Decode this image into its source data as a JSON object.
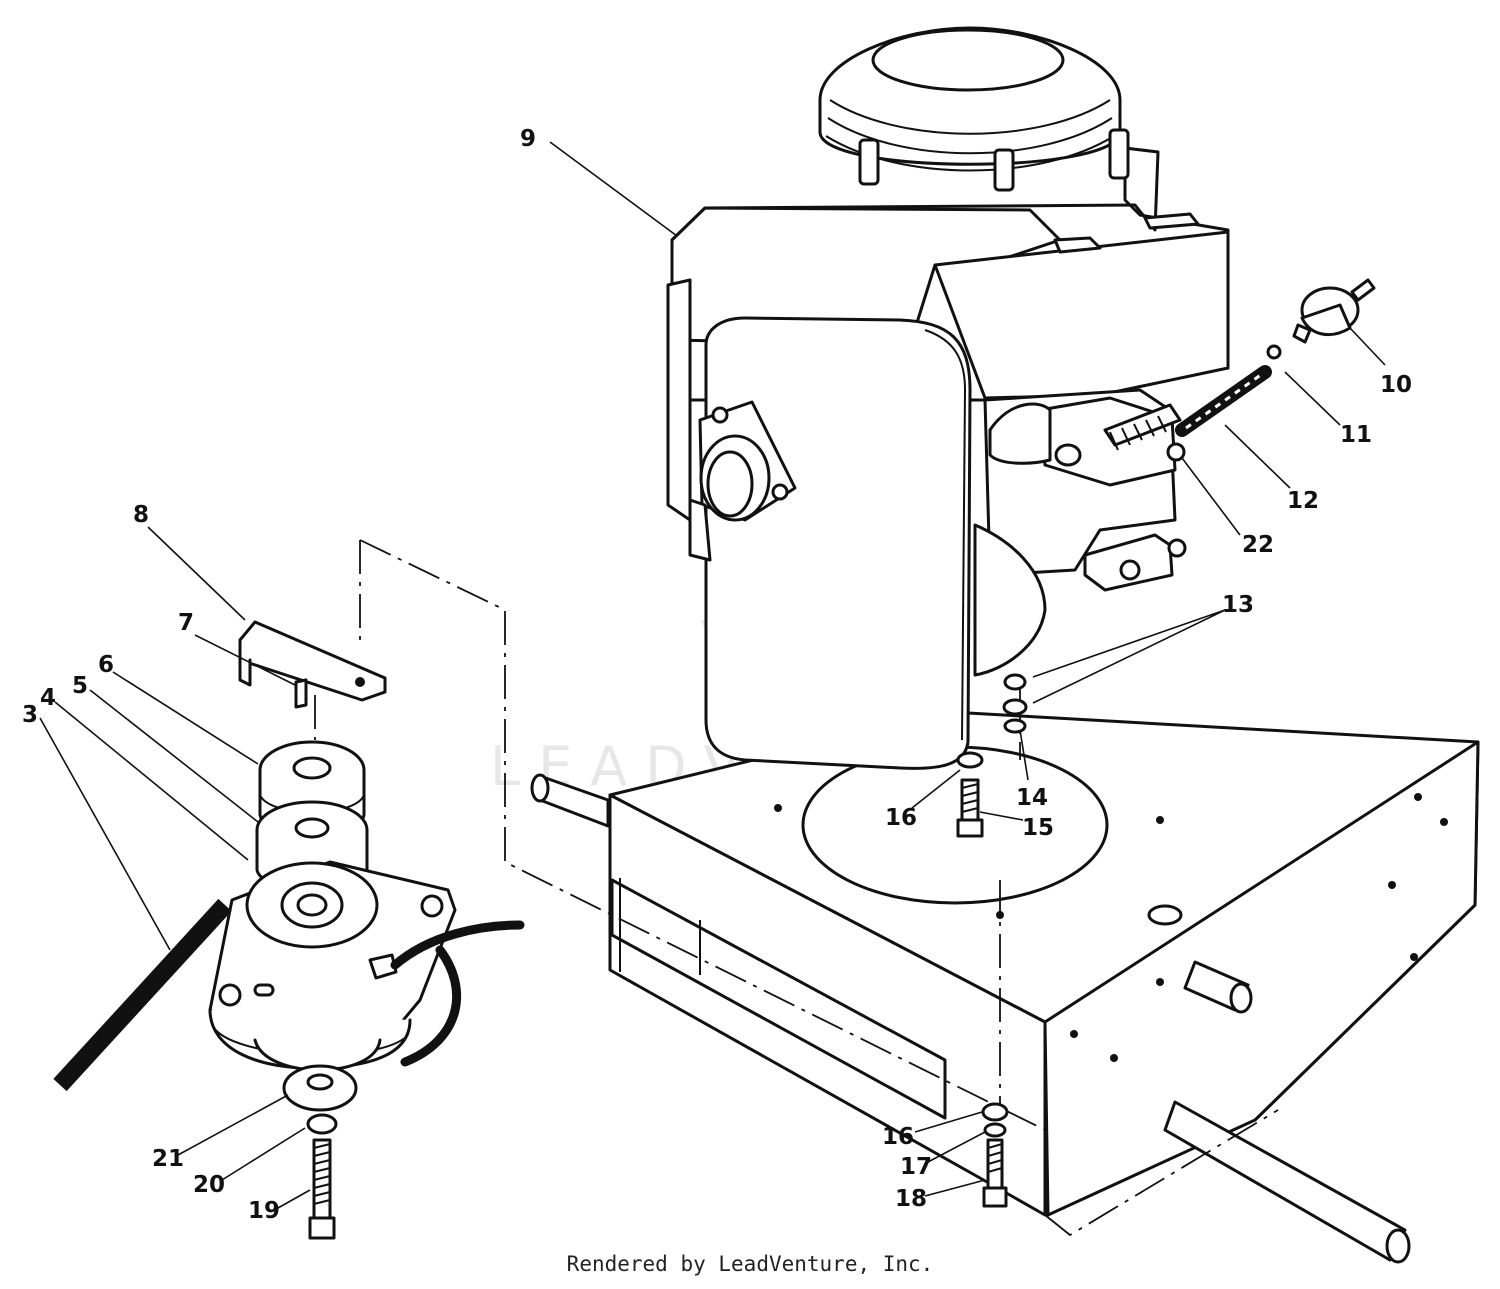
{
  "watermark": "LEADVENTURE",
  "credit": "Rendered by LeadVenture, Inc.",
  "callouts": [
    {
      "id": "c9",
      "label": "9"
    },
    {
      "id": "c10",
      "label": "10"
    },
    {
      "id": "c11",
      "label": "11"
    },
    {
      "id": "c12",
      "label": "12"
    },
    {
      "id": "c22",
      "label": "22"
    },
    {
      "id": "c13",
      "label": "13"
    },
    {
      "id": "c14",
      "label": "14"
    },
    {
      "id": "c15",
      "label": "15"
    },
    {
      "id": "c16a",
      "label": "16"
    },
    {
      "id": "c16b",
      "label": "16"
    },
    {
      "id": "c17",
      "label": "17"
    },
    {
      "id": "c18",
      "label": "18"
    },
    {
      "id": "c8",
      "label": "8"
    },
    {
      "id": "c7",
      "label": "7"
    },
    {
      "id": "c6",
      "label": "6"
    },
    {
      "id": "c5",
      "label": "5"
    },
    {
      "id": "c4",
      "label": "4"
    },
    {
      "id": "c3",
      "label": "3"
    },
    {
      "id": "c21",
      "label": "21"
    },
    {
      "id": "c20",
      "label": "20"
    },
    {
      "id": "c19",
      "label": "19"
    }
  ]
}
